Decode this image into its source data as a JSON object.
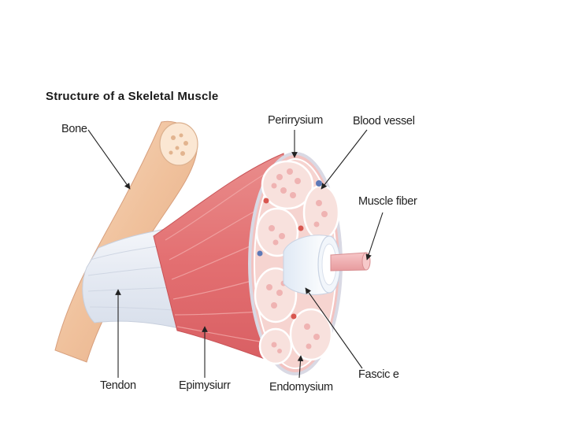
{
  "title": "Structure of a Skeletal Muscle",
  "labels": {
    "bone": "Bone",
    "perimysium": "Perirrysium",
    "blood_vessel": "Blood vessel",
    "muscle_fiber": "Muscle fiber",
    "tendon": "Tendon",
    "epimysium": "Epimysiurr",
    "endomysium": "Endomysium",
    "fascicle": "Fascic e"
  },
  "colors": {
    "bone": "#f3c9a6",
    "muscle": "#e5777a",
    "tendon": "#eef1f6",
    "fascicle": "#f7dcd8",
    "fiber": "#f2b2b4"
  }
}
